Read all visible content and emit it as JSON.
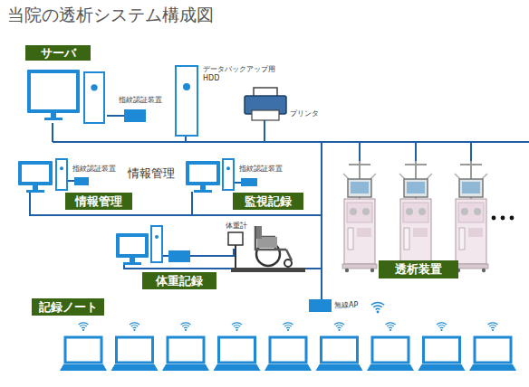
{
  "diagram": {
    "title": "当院の透析システム構成図",
    "nodes": [
      {
        "text": [
          "サーバ"
        ]
      },
      {
        "text": [
          "情報管理"
        ]
      },
      {
        "text": [
          "監視記録"
        ]
      },
      {
        "text": [
          "体重記録"
        ]
      },
      {
        "text": [
          "透析装置"
        ]
      },
      {
        "text": [
          "記録ノート"
        ]
      }
    ],
    "labels": [
      "指紋認証装置",
      "データバックアップ用 HDD",
      "プリンタ",
      "指紋認証装置",
      "情報管理",
      "指紋認証装置",
      "体重計",
      "無線AP"
    ]
  }
}
